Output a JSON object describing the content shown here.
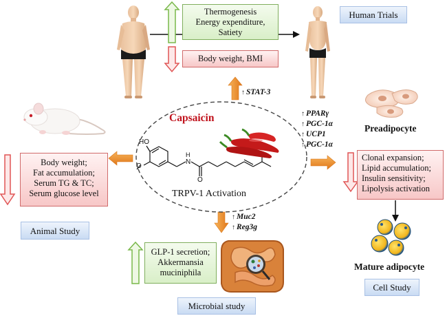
{
  "human": {
    "up_box": [
      "Thermogenesis",
      "Energy expenditure,",
      "Satiety"
    ],
    "down_box": [
      "Body weight, BMI"
    ],
    "label": "Human Trials",
    "gene": "STAT-3"
  },
  "center": {
    "title": "Capsaicin",
    "subtitle": "TRPV-1 Activation",
    "mol_labels": {
      "ho": "HO",
      "o": "O",
      "h": "H",
      "n": "N"
    }
  },
  "cell": {
    "genes": [
      "PPARγ",
      "PGC-1α",
      "UCP1",
      "PGC-1α"
    ],
    "preadipocyte": "Preadipocyte",
    "box": [
      "Clonal expansion;",
      "Lipid accumulation;",
      "Insulin sensitivity;",
      "Lipolysis activation"
    ],
    "mature": "Mature adipocyte",
    "label": "Cell Study"
  },
  "animal": {
    "box": [
      "Body weight;",
      "Fat accumulation;",
      "Serum TG & TC;",
      "Serum glucose level"
    ],
    "label": "Animal Study"
  },
  "microbial": {
    "genes": [
      "Muc2",
      "Reg3g"
    ],
    "box": [
      "GLP-1 secretion;",
      "Akkermansia",
      "muciniphila"
    ],
    "label": "Microbial study"
  },
  "colors": {
    "red_title": "#c0121c",
    "arrow_orange": "#f0932b",
    "up_green": "#79b84a",
    "down_red": "#e05555"
  },
  "icons": [
    "obese-person-icon",
    "slim-person-icon",
    "mouse-icon",
    "preadipocyte-cells-icon",
    "mature-adipocyte-icon",
    "intestine-icon",
    "chili-pepper-icon"
  ]
}
